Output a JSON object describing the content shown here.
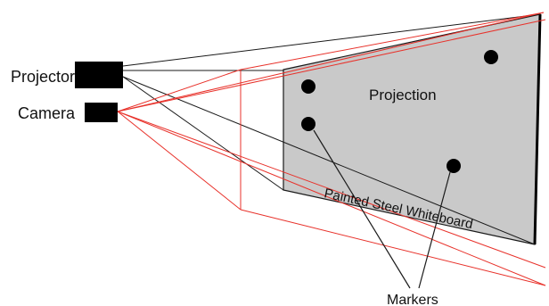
{
  "labels": {
    "projector": "Projector",
    "camera": "Camera",
    "projection": "Projection",
    "whiteboard": "Painted Steel Whiteboard",
    "markers": "Markers"
  },
  "colors": {
    "projector_rays": "#1a1a1a",
    "camera_rays": "#e8322b",
    "whiteboard_fill": "#c9c9c9",
    "device_fill": "#000000",
    "marker_fill": "#000000"
  }
}
